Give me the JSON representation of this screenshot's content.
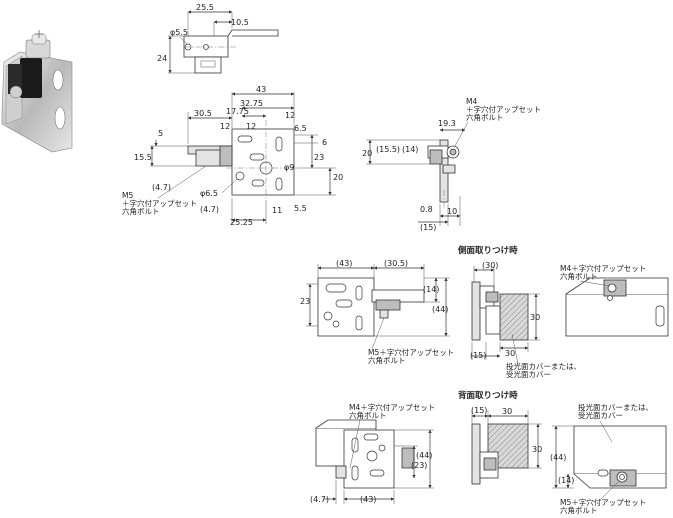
{
  "labels": {
    "d_25_5": "25.5",
    "d_10_5": "10.5",
    "d_phi5_5": "φ5.5",
    "d_24": "24",
    "d_43": "43",
    "d_30_5": "30.5",
    "d_32_75": "32.75",
    "d_17_75": "17.75",
    "d_12a": "12",
    "d_12b": "12",
    "d_12c": "12",
    "d_6_5": "6.5",
    "d_6": "6",
    "d_5": "5",
    "d_15_5": "15.5",
    "d_23": "23",
    "d_phi9": "φ9",
    "d_20": "20",
    "d_phi6_5": "φ6.5",
    "d_4_7a": "(4.7)",
    "d_4_7b": "(4.7)",
    "d_5_5": "5.5",
    "d_11": "11",
    "d_25_25": "25.25",
    "m5_bolt": [
      "M5",
      "＋字穴付アップセット",
      "六角ボルト"
    ],
    "m4_bolt": [
      "M4",
      "＋字穴付アップセット",
      "六角ボルト"
    ],
    "d_19_3": "19.3",
    "d_20s": "20",
    "d_15_5p": "(15.5)",
    "d_14p": "(14)",
    "d_0_8": "0.8",
    "d_10": "10",
    "d_15p": "(15)",
    "side_mount_title": "側面取りつけ時",
    "back_mount_title": "背面取りつけ時",
    "s_43p": "(43)",
    "s_30_5p": "(30.5)",
    "s_23": "23",
    "s_14p": "(14)",
    "s_44p": "(44)",
    "s_m5": [
      "M5＋字穴付アップセット",
      "六角ボルト"
    ],
    "s_30p": "(30)",
    "s_30": "30",
    "s_15p": "(15)",
    "s_30b": "30",
    "s_cover": [
      "投光面カバーまたは、",
      "受光面カバー"
    ],
    "s_m4": [
      "M4＋字穴付アップセット",
      "六角ボルト"
    ],
    "b_m4": [
      "M4＋字穴付アップセット",
      "六角ボルト"
    ],
    "b_44p": "(44)",
    "b_23p": "(23)",
    "b_4_7p": "(4.7)",
    "b_43p": "(43)",
    "b_15p": "(15)",
    "b_30": "30",
    "b_30v": "30",
    "b_44v": "(44)",
    "b_14p": "(14)",
    "b_cover": [
      "投光面カバーまたは、",
      "受光面カバー"
    ],
    "b_m5": [
      "M5＋字穴付アップセット",
      "六角ボルト"
    ]
  }
}
